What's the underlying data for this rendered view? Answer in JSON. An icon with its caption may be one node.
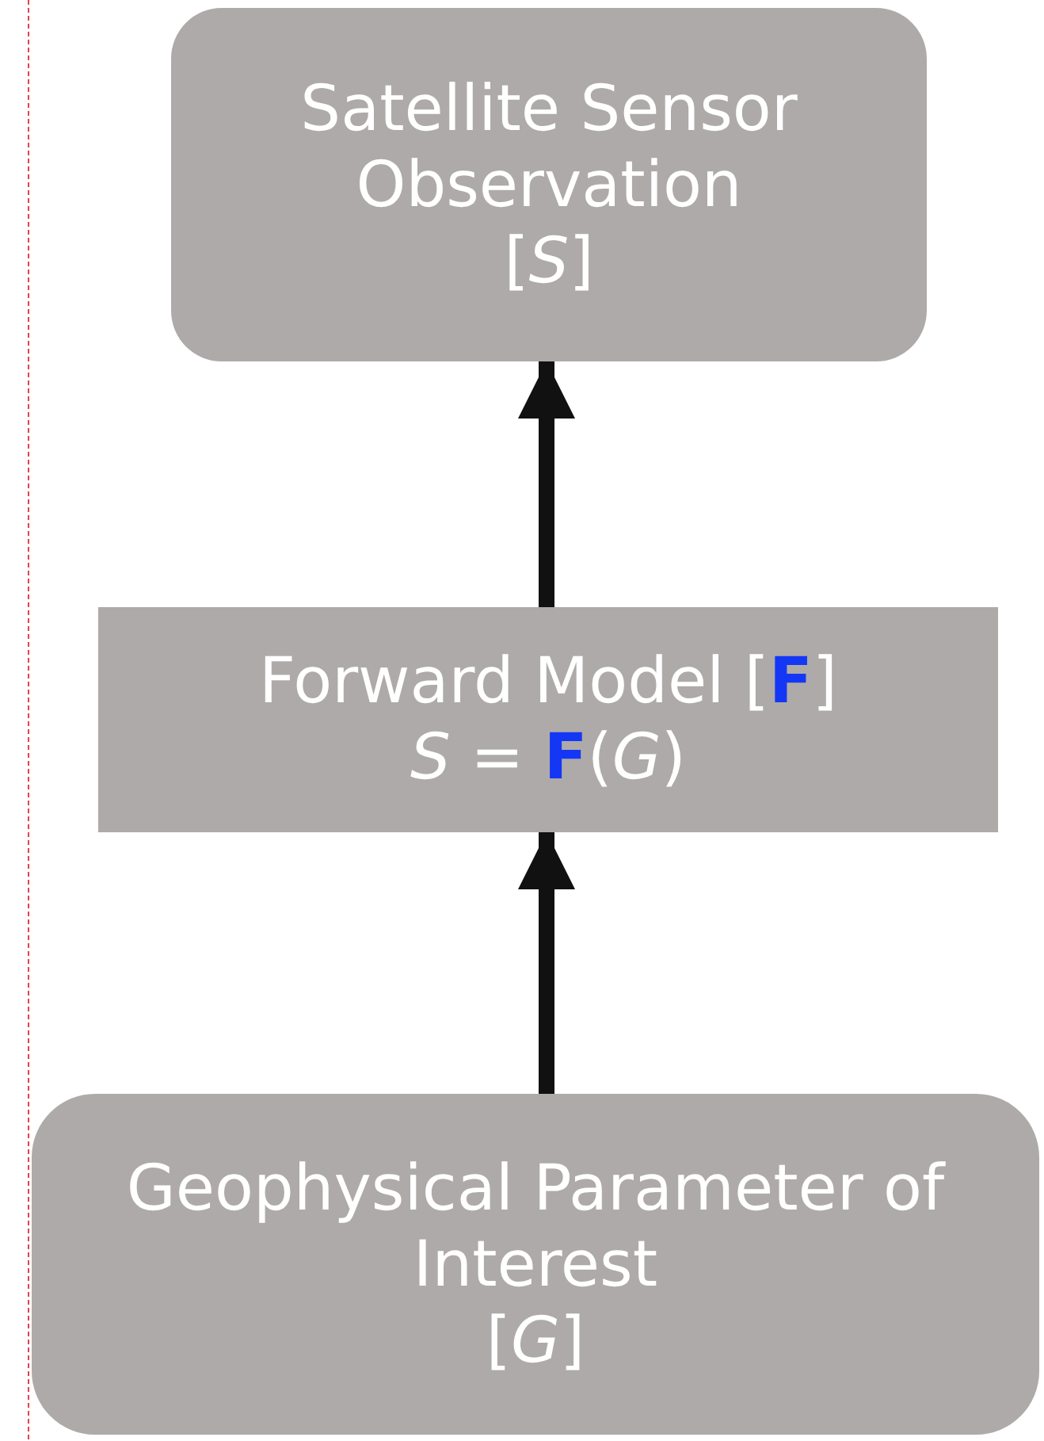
{
  "diagram": {
    "nodes": [
      {
        "text": [
          "Satellite Sensor Observation",
          "[*S*]"
        ]
      },
      {
        "text": [
          "Forward Model [**F**]",
          "*S* = **F**(*G*)"
        ]
      },
      {
        "text": [
          "Geophysical Parameter of Interest",
          "[*G*]"
        ]
      }
    ],
    "edges": [
      {
        "from": 2,
        "to": 1,
        "arrow": "to"
      },
      {
        "from": 1,
        "to": 0,
        "arrow": "to"
      }
    ]
  }
}
